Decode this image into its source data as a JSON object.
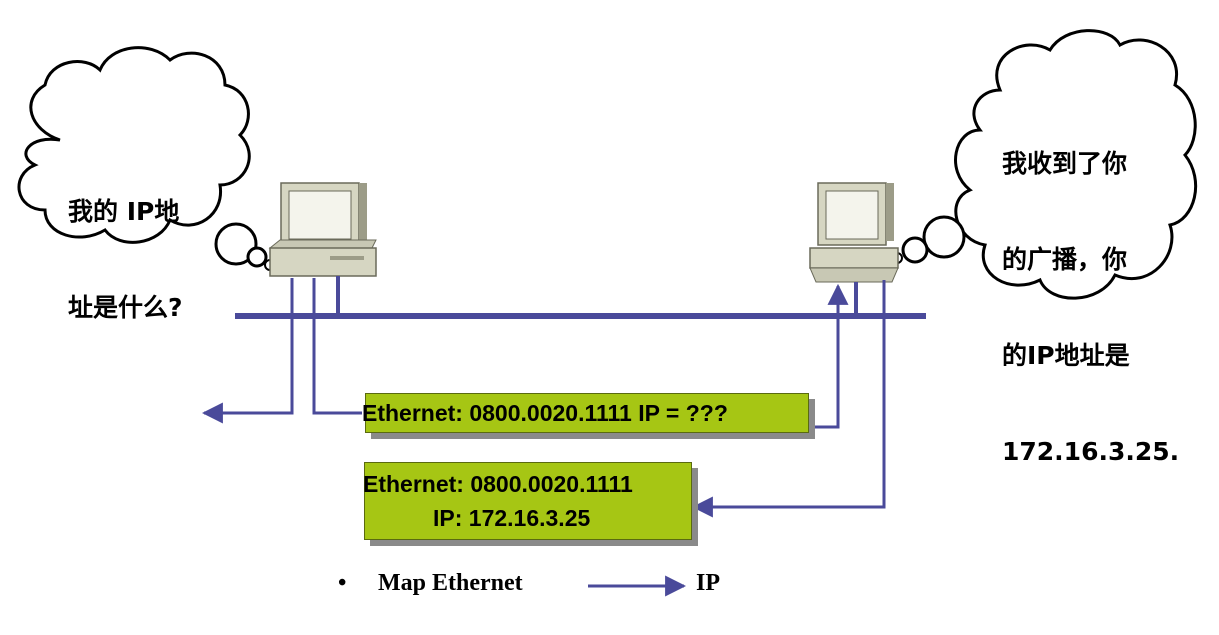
{
  "left_bubble": {
    "line1": "我的 IP地",
    "line2": "址是什么?"
  },
  "right_bubble": {
    "line1": "我收到了你",
    "line2": "的广播，你",
    "line3": "的IP地址是",
    "line4": "172.16.3.25."
  },
  "request_box": {
    "text": "Ethernet: 0800.0020.1111 IP = ???"
  },
  "reply_box": {
    "line1": "Ethernet: 0800.0020.1111",
    "line2": "IP: 172.16.3.25"
  },
  "caption": {
    "bullet": "•",
    "left": "Map Ethernet",
    "right": "IP"
  },
  "colors": {
    "wire": "#4a4a9a",
    "box_fill": "#a6c614",
    "computer_body": "#d6d6c2",
    "computer_shadow": "#9c9c88",
    "screen": "#f4f4ec"
  },
  "icons": [
    "computer-icon",
    "thought-bubble",
    "arrow-icon"
  ]
}
